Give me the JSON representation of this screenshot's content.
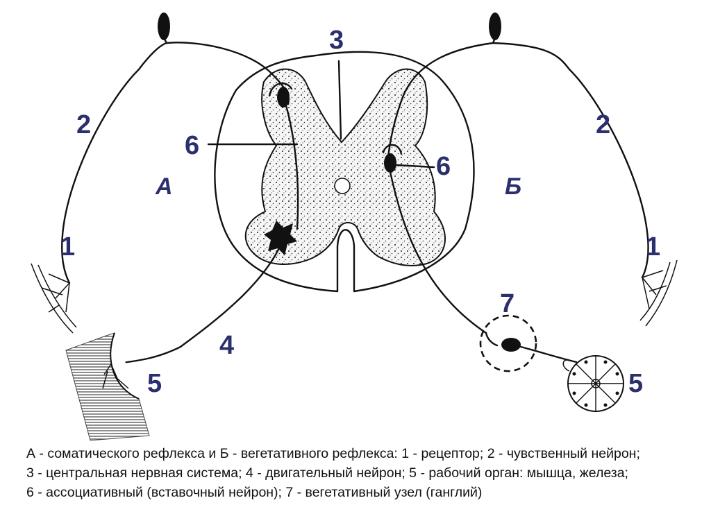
{
  "labels": {
    "receptor_left": "1",
    "receptor_right": "1",
    "sensory_left": "2",
    "sensory_right": "2",
    "cns": "3",
    "motor": "4",
    "organ_left": "5",
    "organ_right": "5",
    "interneuron_left": "6",
    "interneuron_right": "6",
    "ganglion": "7",
    "reflex_a": "А",
    "reflex_b": "Б"
  },
  "caption": {
    "line1": "А - соматического рефлекса и Б - вегетативного рефлекса: 1 - рецептор; 2 - чувственный нейрон;",
    "line2": "3 - центральная нервная система; 4 - двигательный нейрон; 5 - рабочий орган: мышца, железа;",
    "line3": "6 - ассоциативный (вставочный нейрон); 7 - вегетативный узел (ганглий)"
  },
  "colors": {
    "label": "#2b2f6e",
    "line": "#111111",
    "gray_matter": "#f4f4f4"
  }
}
